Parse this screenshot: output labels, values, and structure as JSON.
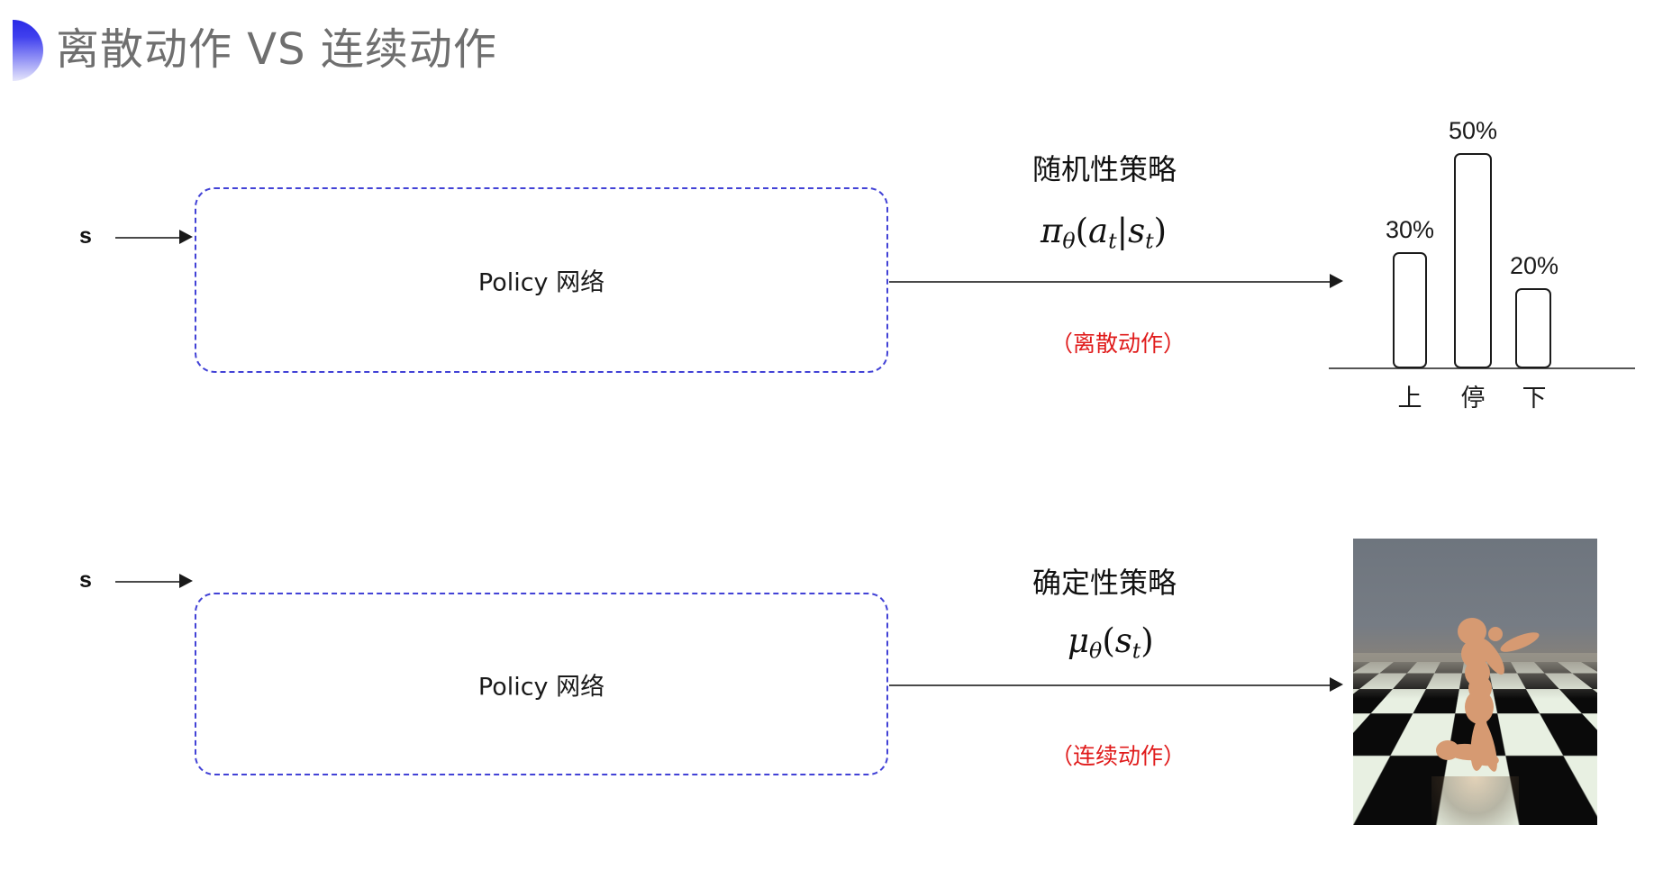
{
  "slide": {
    "title": "离散动作 VS 连续动作",
    "title_color": "#6f6f6f",
    "bullet_color_top": "#2a2ae6",
    "bullet_color_bottom": "#e6e6fb",
    "background": "#ffffff"
  },
  "rows": [
    {
      "id": "discrete",
      "input_label": "s",
      "box_label": "Policy 网络",
      "box_border_color": "#4242d6",
      "policy_kind": "随机性策略",
      "formula": {
        "lead": "π",
        "sub1": "θ",
        "open": "(",
        "var1": "a",
        "sub2": "t",
        "bar": "|",
        "var2": "s",
        "sub3": "t",
        "close": ")"
      },
      "action_note": "（离散动作）",
      "action_note_color": "#e01b1b"
    },
    {
      "id": "continuous",
      "input_label": "s",
      "box_label": "Policy 网络",
      "box_border_color": "#4242d6",
      "policy_kind": "确定性策略",
      "formula": {
        "lead": "μ",
        "sub1": "θ",
        "open": "(",
        "var1": "s",
        "sub2": "t",
        "close": ")"
      },
      "action_note": "（连续动作）",
      "action_note_color": "#e01b1b"
    }
  ],
  "chart_data": {
    "type": "bar",
    "title": "",
    "categories": [
      "上",
      "停",
      "下"
    ],
    "values": [
      30,
      50,
      20
    ],
    "value_labels": [
      "30%",
      "50%",
      "20%"
    ],
    "xlabel": "",
    "ylabel": "",
    "ylim": [
      0,
      60
    ],
    "grid": false,
    "legend": "none",
    "bar_fill": "#ffffff",
    "bar_stroke": "#1b1b1b"
  },
  "simulation": {
    "caption": "",
    "scene": "humanoid-on-checkerboard-floor",
    "sky_color": "#6e757e",
    "floor_light": "#e8f0e2",
    "floor_dark": "#0a0a0a",
    "body_color": "#d69a72"
  }
}
